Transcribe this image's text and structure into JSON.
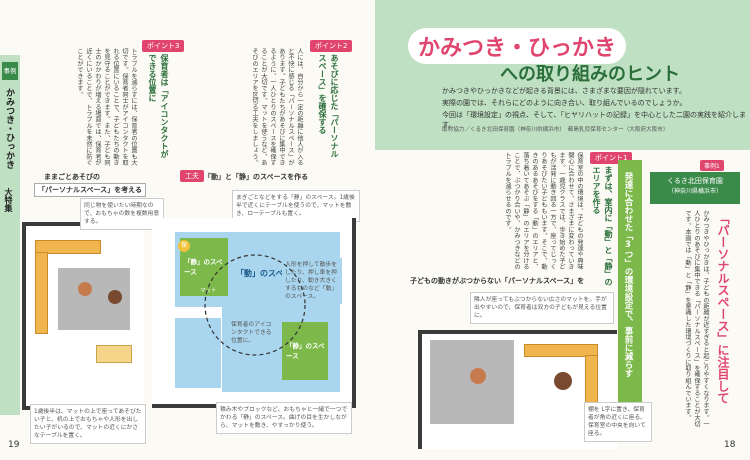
{
  "left_page": {
    "side_tab": "事例",
    "series_title": "かみつき・ひっかき",
    "series_sub": "大特集",
    "point3": {
      "tab": "ポイント3",
      "heading": "保育者は「アイコンタクトができる位置に",
      "body": "トラブルを減らすには、保育者の位置も大切です。保育者同士がアイコンタクトを取れる位置にいることで、子どもたちの動きを見守ることができます。また、子ども同士のかかわりが増える場面では、保育者が近くにいることで、トラブルを未然に防ぐことができます。"
    },
    "point2": {
      "tab": "ポイント2",
      "heading": "あそびに応じた「パーソナルスペース」を確保する",
      "body": "人には、自分から一定の距離に他人が入ると不快に感じる「パーソナルスペース」があります。子どもたちがあそびに集中できるように、一人ひとりのスペースを確保することが大切です。マットを使うなど、あそびのエリアを区切る工夫をしましょう。"
    },
    "diagram_title_1": "ままごとあそびの",
    "diagram_title_2": "「パーソナルスペース」を考える",
    "shelf_note": "同じ物を使いたい時期なので、おもちゃの数を複数用意する。",
    "bottom_note_left": "1歳後半は、マットの上で座ってあそびたい子と、机の上でおもちゃや人形を出したい子がいるので、マットの近くにかさなテーブルを置く。",
    "zone_tab": "工夫",
    "zone_title": "「動」と「静」のスペースを作る",
    "zone_note": "まぎごとなどをする「静」のスペース。1歳後半で近くにテーブルを使うので、マットを敷き、ローテーブルも置く。",
    "dou_label": "「動」のスペース",
    "sei_top_label": "「静」のスペース",
    "sei_bottom_label": "「静」のスペース",
    "mat_label": "マット",
    "dou_note": "人形を押して散歩をしたり、押し車を押したり、動き大きくするものなど「動」のスペース。",
    "eye_note": "保育者のアイコンタクトできる位置に。",
    "bottom_note_mid": "積み木やブロックなど、おもちゃと一緒で一つでかわる「静」のスペース。曲げの目を生かしながら、マットを敷き、やすっかり使う。",
    "hoiku_mark": "保",
    "page_num": "19"
  },
  "right_page": {
    "title_main": "かみつき・ひっかき",
    "title_sub": "への取り組みのヒント",
    "intro_1": "かみつきやひっかきなどが起きる背景には、さまざまな要因が隠れています。",
    "intro_2": "実際の園では、それらにどのように向き合い、取り組んでいるのでしょうか。",
    "intro_3": "今回は「環境設定」の視点、そして、「ヒヤリハットの記録」を中心とした二園の実践を紹介します。",
    "credit": "取材協力／くるき北田保育園（神奈川県横浜市）　都島乳児保育センター（大阪府大阪市）",
    "center_band": "発達に合わせた「3つ」の環境設定で、事前に減らす",
    "point1": {
      "tab": "ポイント1",
      "heading": "まずは、室内に「動」と「静」のエリアを作る",
      "body": "保育室の中の環境は、子どもの発達や興味関心に合わせて、さまざまに変わっていきます。一歳児クラスでは、歩き始めた子どもが活発に動き回る一方で、座ってじっくりあそびたい子どももいます。そこで、動きのあるあそびをする「動」のエリアと、落ち着いてあそぶ「静」のエリアを分けることで、ぶつかり合いや、かみつきなどのトラブルを減らせるのです。"
    },
    "diagram_title": "子どもの動きがぶつからない「パーソナルスペース」を",
    "diagram_note": "隣人が座ってもぶつからない広さのマットを。手が出やすいので、保育者は双方の子どもが見える位置に。",
    "shelf_note": "棚を L字に置き、保育者が角の近くに座る、保育室の中央を向いて座る。",
    "case_badge": "事例1",
    "case_name": "くるき北田保育園",
    "case_loc": "（神奈川県横浜市）",
    "case_heading": "「パーソナルスペース」に注目して",
    "case_body": "かみつきやひっかきは、子どもの距離が近すぎると起こりやすくなります。一人ひとりのあそびに集中できる「パーソナルスペース」を確保することが大切です。本園では「動」と「静」を意識した環境づくりに取り組んでいます。",
    "page_num": "18"
  }
}
